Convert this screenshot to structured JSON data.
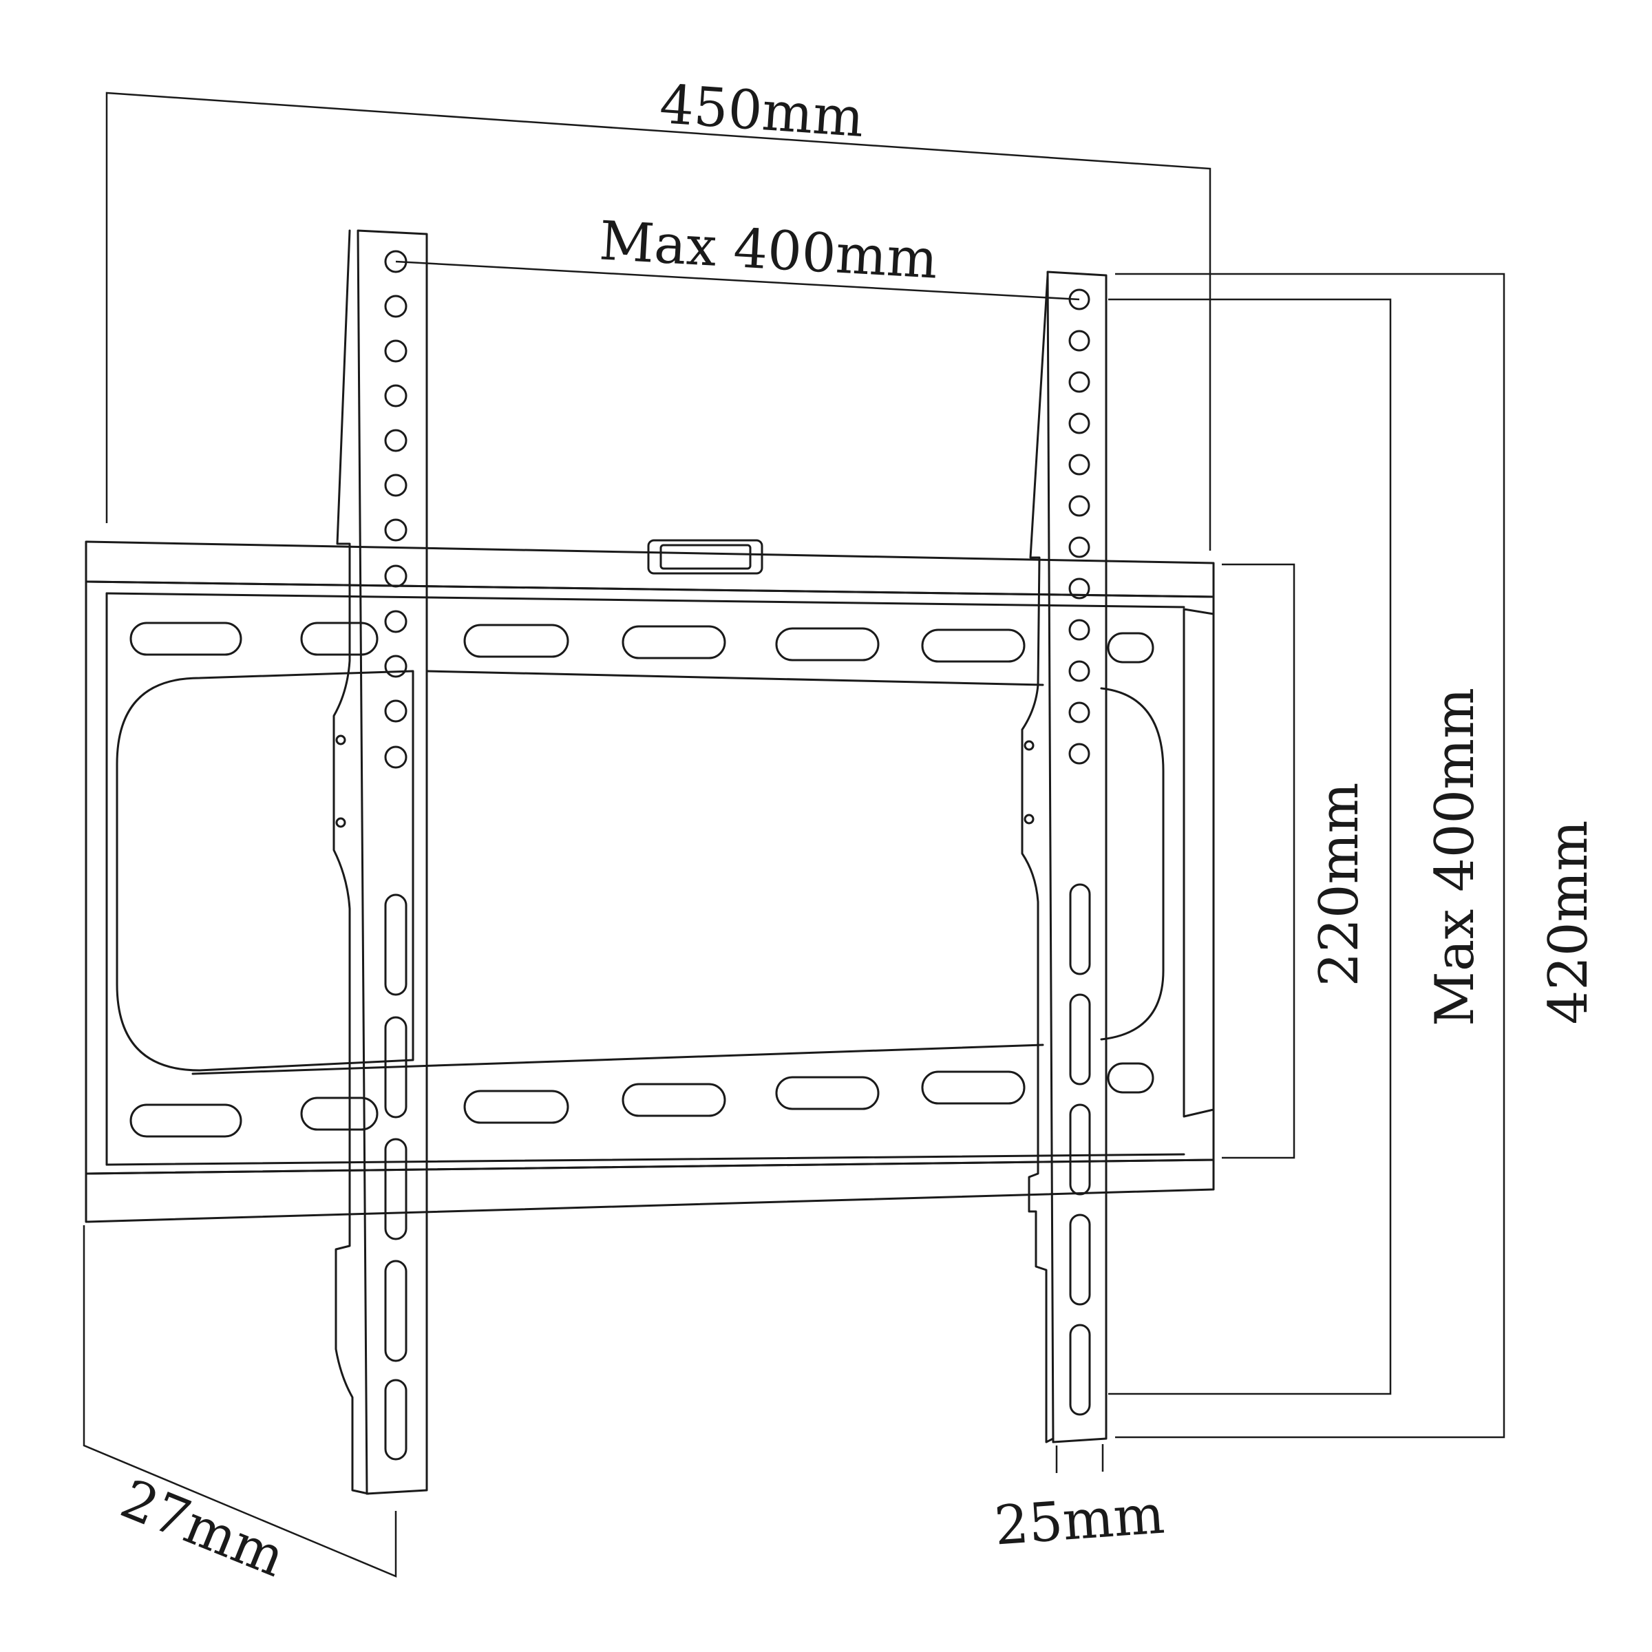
{
  "dimensions": {
    "overall_width": "450mm",
    "max_horizontal_hole_spacing": "Max 400mm",
    "wall_plate_height": "220mm",
    "max_vertical_hole_spacing": "Max 400mm",
    "overall_height": "420mm",
    "wall_distance": "27mm",
    "arm_width": "25mm"
  },
  "colors": {
    "line": "#1a1a1a",
    "background": "#ffffff"
  }
}
